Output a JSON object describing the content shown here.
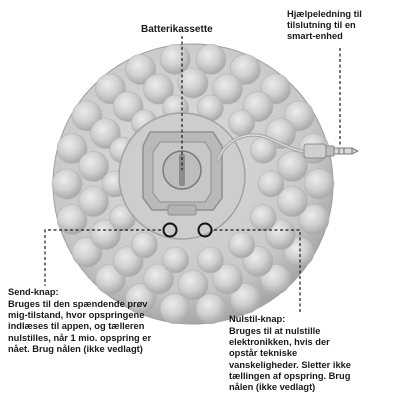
{
  "labels": {
    "battery": "Batterikassette",
    "cable": "Hjælpeledning til\ntilslutning til en\nsmart-enhed",
    "send_title": "Send-knap:",
    "send_desc": "Bruges til den spændende prøv\nmig-tilstand, hvor opspringene\nindlæses til appen, og tælleren\nnulstilles, når 1 mio. opspring er\nnået. Brug nålen (ikke vedlagt)",
    "reset_title": "Nulstil-knap:",
    "reset_desc": "Bruges til at nulstille\nelektronikken, hvis der\nopstår tekniske\nvanskeligheder. Sletter ikke\ntællingen af opspring. Brug\nnålen (ikke vedlagt)"
  },
  "colors": {
    "ball_fill": "#d2d2d2",
    "ball_shadow": "#a9a9a9",
    "bump_light": "#e6e6e6",
    "compartment": "#b9b9b9",
    "leader_line": "#1a1a1a"
  }
}
